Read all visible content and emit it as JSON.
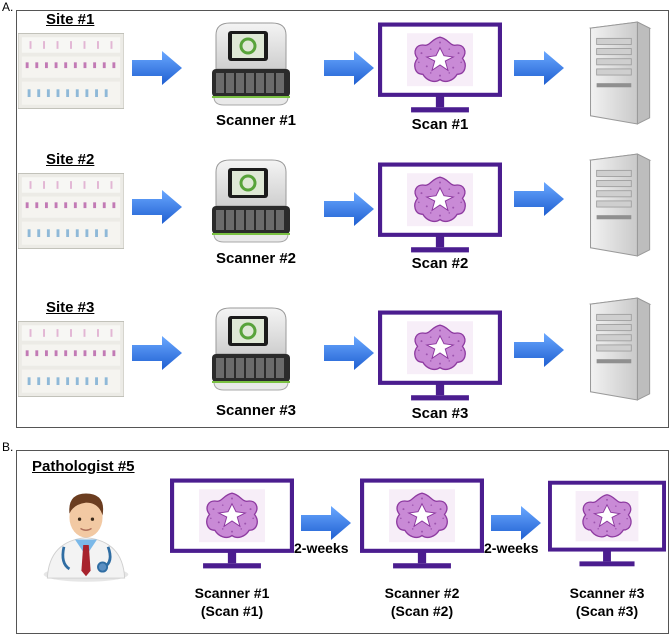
{
  "panel_a": {
    "letter": "A.",
    "rows": [
      {
        "site": "Site #1",
        "scanner": "Scanner #1",
        "scan": "Scan #1"
      },
      {
        "site": "Site #2",
        "scanner": "Scanner #2",
        "scan": "Scan #2"
      },
      {
        "site": "Site #3",
        "scanner": "Scanner #3",
        "scan": "Scan #3"
      }
    ]
  },
  "panel_b": {
    "letter": "B.",
    "title": "Pathologist #5",
    "monitors": [
      {
        "line1": "Scanner #1",
        "line2": "(Scan #1)"
      },
      {
        "line1": "Scanner #2",
        "line2": "(Scan #2)"
      },
      {
        "line1": "Scanner #3",
        "line2": "(Scan #3)"
      }
    ],
    "interval_labels": [
      "2-weeks",
      "2-weeks"
    ]
  },
  "colors": {
    "arrow": "#3a7fe6",
    "monitor_frame": "#4b1d8f",
    "tissue": "#a75bb8",
    "scanner_body": "#2b2b2b",
    "server": "#d8d8d8"
  }
}
